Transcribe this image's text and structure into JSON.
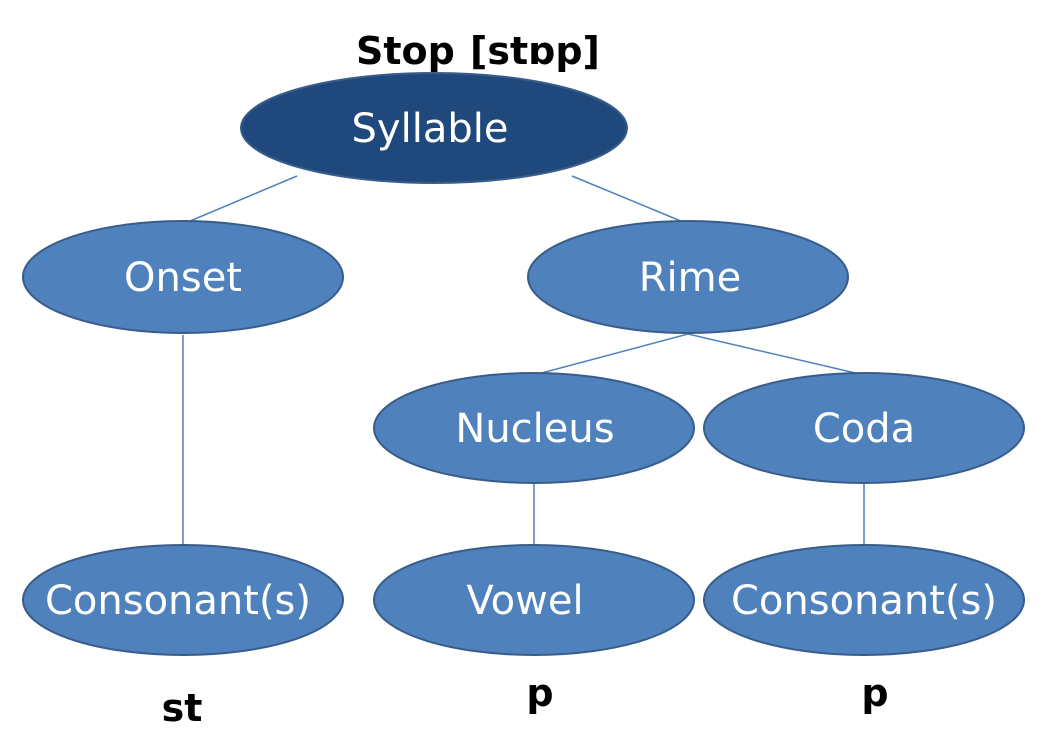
{
  "title": {
    "word": "Stop",
    "ipa": "[stɒp]"
  },
  "nodes": {
    "syllable": "Syllable",
    "onset": "Onset",
    "rime": "Rime",
    "nucleus": "Nucleus",
    "coda": "Coda",
    "onset_consonants": "Consonant(s)",
    "vowel": "Vowel",
    "coda_consonants": "Consonant(s)"
  },
  "examples": {
    "onset": "st",
    "vowel": "p",
    "coda": "p"
  },
  "colors": {
    "root_fill": "#1f497d",
    "node_fill": "#4f81bd",
    "node_stroke": "#385d8a",
    "edge": "#4f81bd",
    "label_text": "#ffffff",
    "example_text": "#000000"
  }
}
